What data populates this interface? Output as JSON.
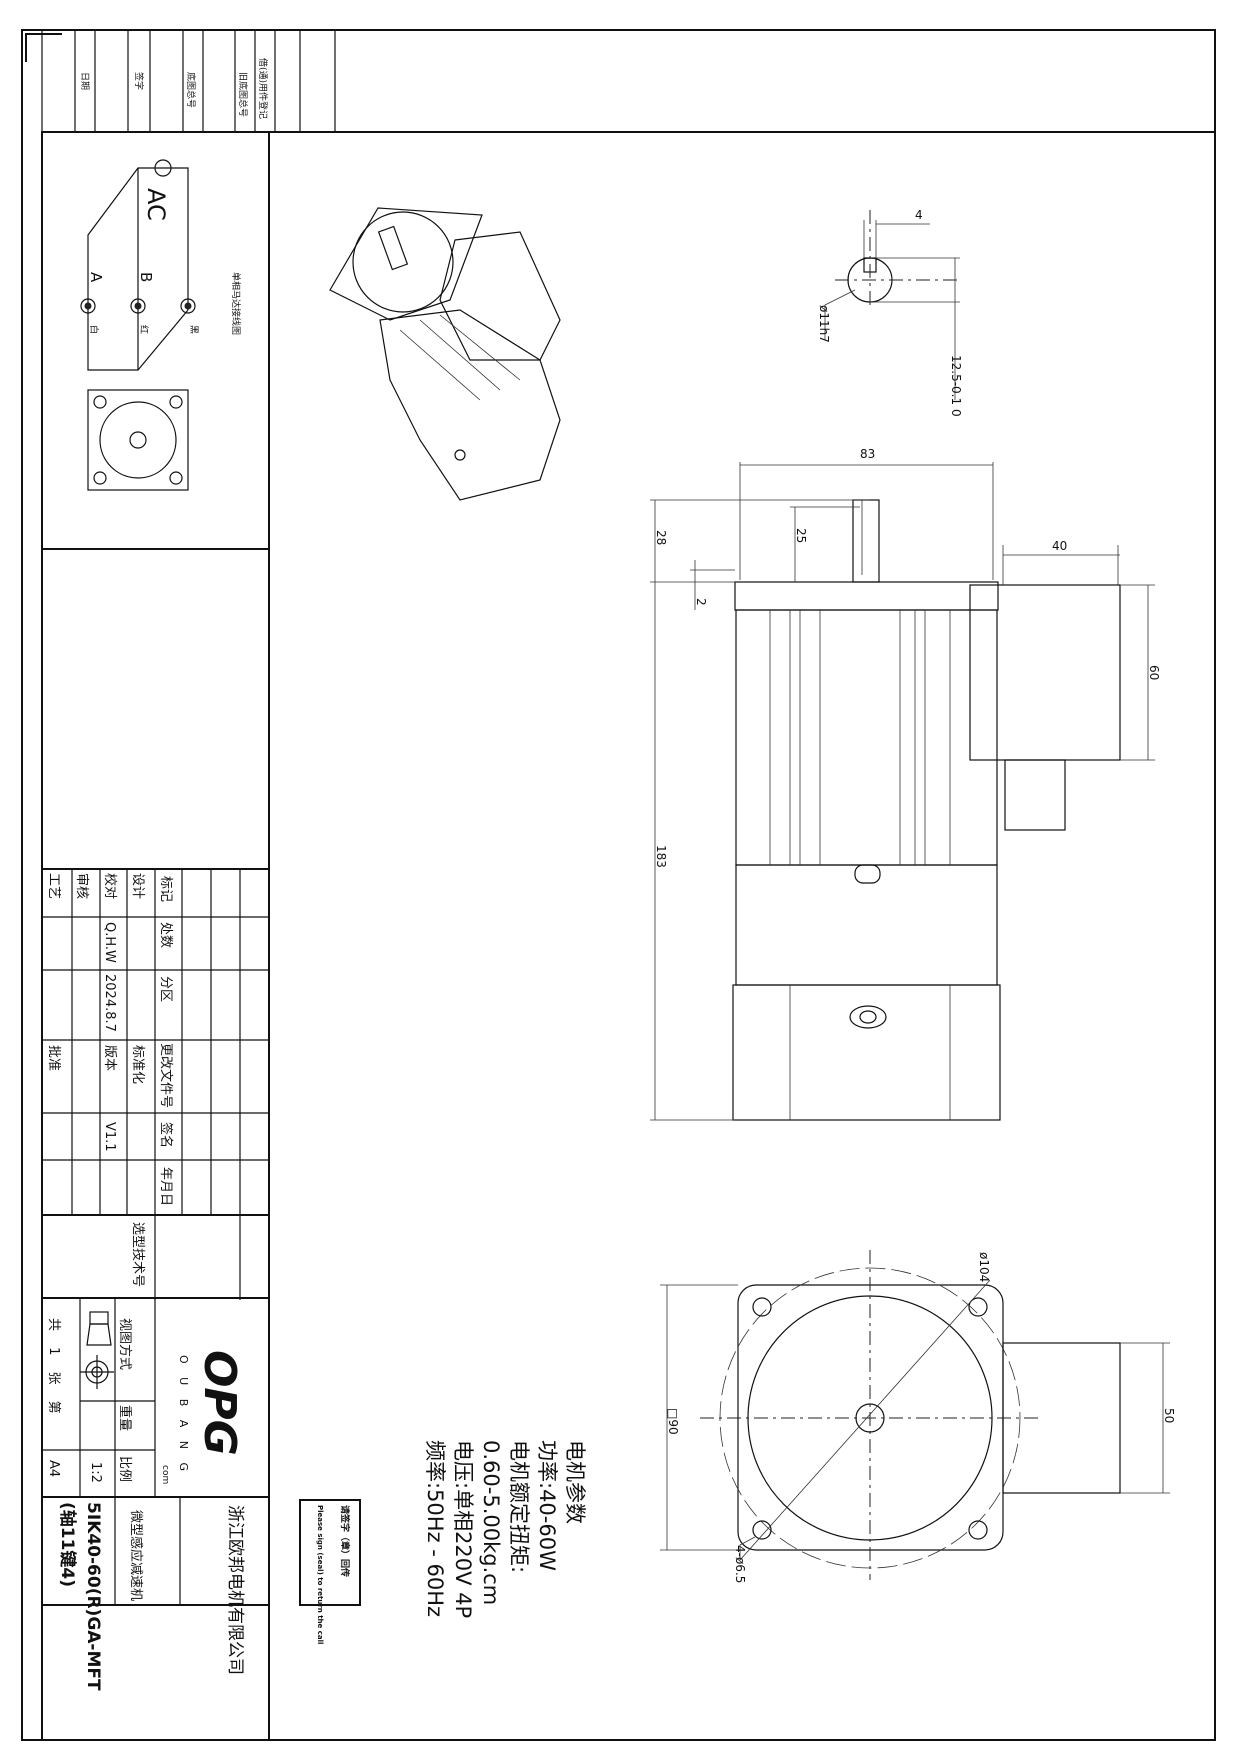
{
  "top_strip": {
    "date": "日期",
    "signature": "签字",
    "base_no": "底图总号",
    "old_base_no": "旧底图总号",
    "shared_reg": "借(通)用件登记"
  },
  "wiring": {
    "title": "单相马达接线图",
    "ac": "AC",
    "a": "A",
    "b": "B",
    "white": "白",
    "red": "红",
    "black": "黑"
  },
  "dimensions": {
    "key_width": "4",
    "shaft_dia": "ø11h7",
    "key_depth": "12.5-0.1 0",
    "body_width": "83",
    "shaft_len": "28",
    "key_len": "25",
    "step": "2",
    "box_width": "40",
    "box_height": "60",
    "total_len": "183",
    "circle": "ø104",
    "square": "□90",
    "box_side": "50",
    "holes": "4-ø6.5"
  },
  "params": {
    "title": "电机参数",
    "power": "功率:40-60W",
    "torque_label": "电机额定扭矩:",
    "torque": "0.60-5.00kg.cm",
    "voltage": "电压:单相220V 4P",
    "frequency": "频率:50Hz - 60Hz"
  },
  "title_block": {
    "mark": "标记",
    "count": "处数",
    "zone": "分区",
    "change_doc": "更改文件号",
    "sign": "签名",
    "ymd": "年月日",
    "design": "设计",
    "check": "校对",
    "checker": "Q.H.W",
    "date": "2024.8.7",
    "version_label": "版本",
    "version": "V1.1",
    "standard": "标准化",
    "review": "审核",
    "process": "工艺",
    "approve": "批准",
    "selection_no": "选型技术号",
    "view_mode": "视图方式",
    "weight": "重量",
    "scale_label": "比例",
    "scale": "1:2",
    "sheets": "共 1 张 第",
    "paper": "A4",
    "model": "5IK40-60(R)GA-MFT",
    "model_sub": "(轴11键4)",
    "product": "微型感应减速机",
    "company": "浙江欧邦电机有限公司",
    "logo": "OPG",
    "logo_sub": "O U B A N G",
    "logo_com": "com",
    "return_cn": "请签字（章）回传",
    "return_en": "Please sign (seal) to return the call"
  }
}
